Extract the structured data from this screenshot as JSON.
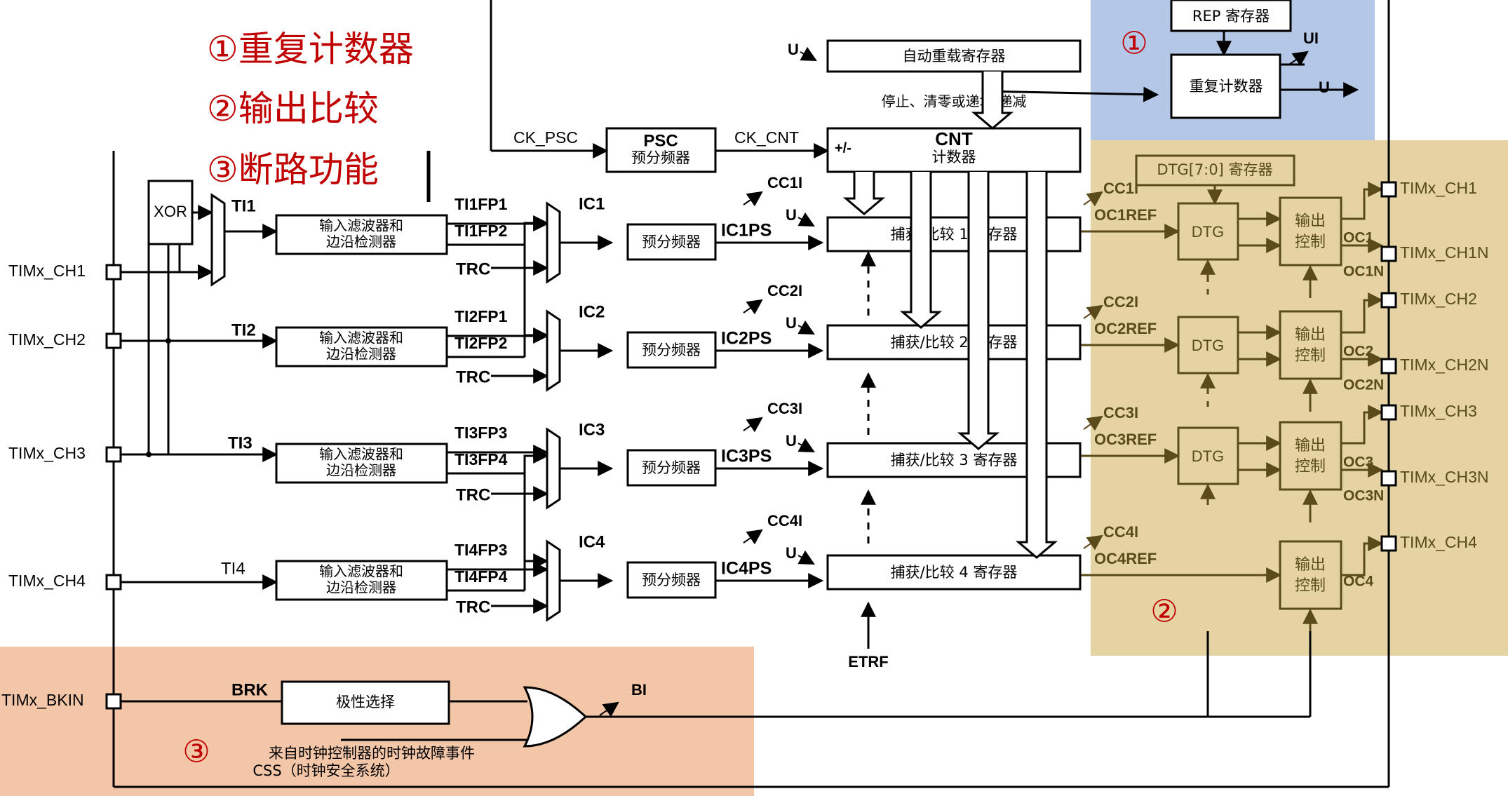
{
  "legend": [
    "①重复计数器",
    "②输出比较",
    "③断路功能"
  ],
  "regions": [
    {
      "marker": "①",
      "color": "#b4c7e7"
    },
    {
      "marker": "②",
      "color": "#e6d3a3"
    },
    {
      "marker": "③",
      "color": "#f4c6a8"
    }
  ],
  "colors": {
    "marker_red": "#c00000",
    "line": "#000000",
    "output_line": "#5b4a1a"
  },
  "pins": {
    "ch1": "TIMx_CH1",
    "ch2": "TIMx_CH2",
    "ch3": "TIMx_CH3",
    "ch4": "TIMx_CH4",
    "bkin": "TIMx_BKIN"
  },
  "output_pins": [
    "TIMx_CH1",
    "TIMx_CH1N",
    "TIMx_CH2",
    "TIMx_CH2N",
    "TIMx_CH3",
    "TIMx_CH3N",
    "TIMx_CH4"
  ],
  "top": {
    "ck_psc": "CK_PSC",
    "ck_cnt": "CK_CNT",
    "psc_title": "PSC",
    "psc_sub": "预分频器",
    "cnt_title": "CNT",
    "cnt_sub": "计数器",
    "cnt_dir": "+/-",
    "arr": "自动重载寄存器",
    "ctrl": "停止、清零或递增/递减",
    "u": "U",
    "rep": "REP 寄存器",
    "rcr": "重复计数器",
    "ui": "UI",
    "dtg_reg": "DTG[7:0] 寄存器"
  },
  "inputs": {
    "xor": "XOR",
    "filter": [
      "输入滤波器和",
      "边沿检测器"
    ],
    "ti": [
      "TI1",
      "TI2",
      "TI3",
      "TI4"
    ],
    "fp": [
      [
        "TI1FP1",
        "TI1FP2"
      ],
      [
        "TI2FP1",
        "TI2FP2"
      ],
      [
        "TI3FP3",
        "TI3FP4"
      ],
      [
        "TI4FP3",
        "TI4FP4"
      ]
    ],
    "trc": "TRC",
    "ic": [
      "IC1",
      "IC2",
      "IC3",
      "IC4"
    ],
    "prescaler": "预分频器",
    "icps": [
      "IC1PS",
      "IC2PS",
      "IC3PS",
      "IC4PS"
    ],
    "cci": [
      "CC1I",
      "CC2I",
      "CC3I",
      "CC4I"
    ],
    "ccr": [
      "捕获/比较 1 寄存器",
      "捕获/比较 2 寄存器",
      "捕获/比较 3 寄存器",
      "捕获/比较 4 寄存器"
    ],
    "etrf": "ETRF"
  },
  "outputs": {
    "cci": [
      "CC1I",
      "CC2I",
      "CC3I",
      "CC4I"
    ],
    "ocref": [
      "OC1REF",
      "OC2REF",
      "OC3REF",
      "OC4REF"
    ],
    "dtg": "DTG",
    "ctrl": [
      "输出",
      "控制"
    ],
    "oc": [
      "OC1",
      "OC2",
      "OC3",
      "OC4"
    ],
    "ocn": [
      "OC1N",
      "OC2N",
      "OC3N"
    ]
  },
  "brk": {
    "brk": "BRK",
    "polarity": "极性选择",
    "bi": "BI",
    "css1": "来自时钟控制器的时钟故障事件",
    "css2": "CSS（时钟安全系统）"
  }
}
